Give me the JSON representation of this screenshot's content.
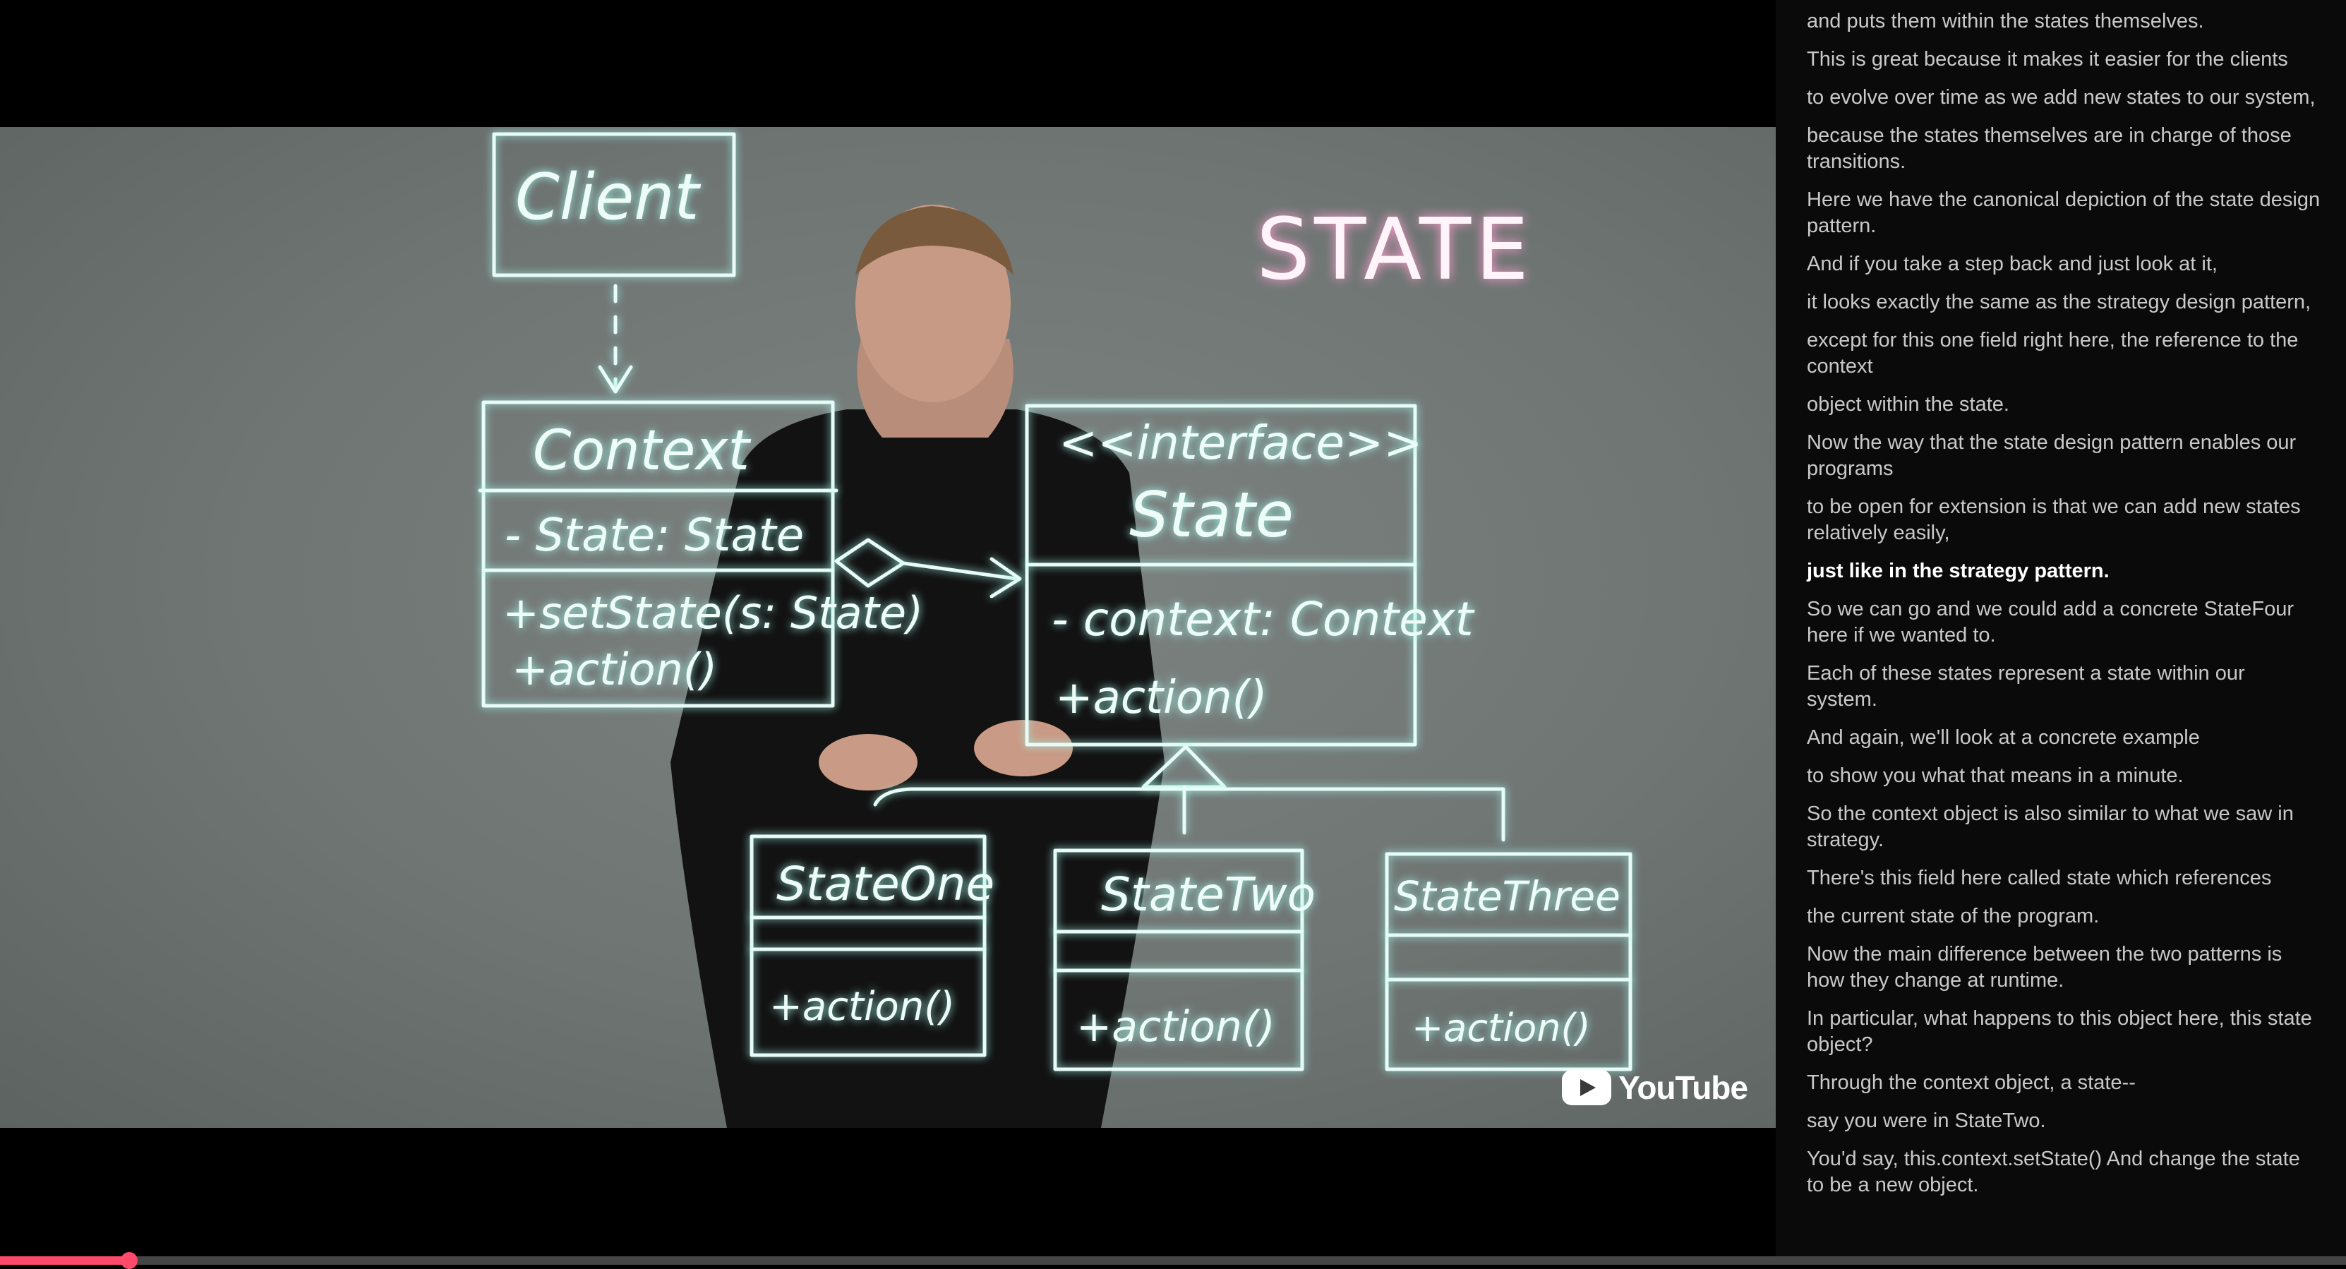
{
  "player": {
    "brand_label": "YouTube",
    "progress_fraction": 0.055
  },
  "board": {
    "title": "STATE",
    "client_label": "Client",
    "context": {
      "name": "Context",
      "field": "- State: State",
      "method_1": "+setState(s: State)",
      "method_2": "+action()"
    },
    "state": {
      "stereotype": "<<interface>>",
      "name": "State",
      "field": "- context: Context",
      "method": "+action()"
    },
    "subclasses": [
      {
        "name": "StateOne",
        "method": "+action()"
      },
      {
        "name": "StateTwo",
        "method": "+action()"
      },
      {
        "name": "StateThree",
        "method": "+action()"
      }
    ]
  },
  "transcript": {
    "active_index": 11,
    "lines": [
      "and puts them within the states themselves.",
      "This is great because it makes it easier for the clients",
      "to evolve over time as we add new states to our system,",
      "because the states themselves are in charge of those transitions.",
      "Here we have the canonical depiction of the state design pattern.",
      "And if you take a step back and just look at it,",
      "it looks exactly the same as the strategy design pattern,",
      "except for this one field right here, the reference to the context",
      "object within the state.",
      "Now the way that the state design pattern enables our programs",
      "to be open for extension is that we can add new states relatively easily,",
      "just like in the strategy pattern.",
      "So we can go and we could add a concrete StateFour here if we wanted to.",
      "Each of these states represent a state within our system.",
      "And again, we'll look at a concrete example",
      "to show you what that means in a minute.",
      "So the context object is also similar to what we saw in strategy.",
      "There's this field here called state which references",
      "the current state of the program.",
      "Now the main difference between the two patterns is how they change at runtime.",
      "In particular, what happens to this object here, this state object?",
      "Through the context object, a state--",
      "say you were in StateTwo.",
      "You'd say, this.context.setState() And change the state to be a new object."
    ]
  },
  "colors": {
    "chalk": "#e8fbf6",
    "glow": "#9ff4e6",
    "title_glow": "#ff9fd0",
    "progress": "#ff4a6c",
    "board_bg": "#6f7573"
  }
}
